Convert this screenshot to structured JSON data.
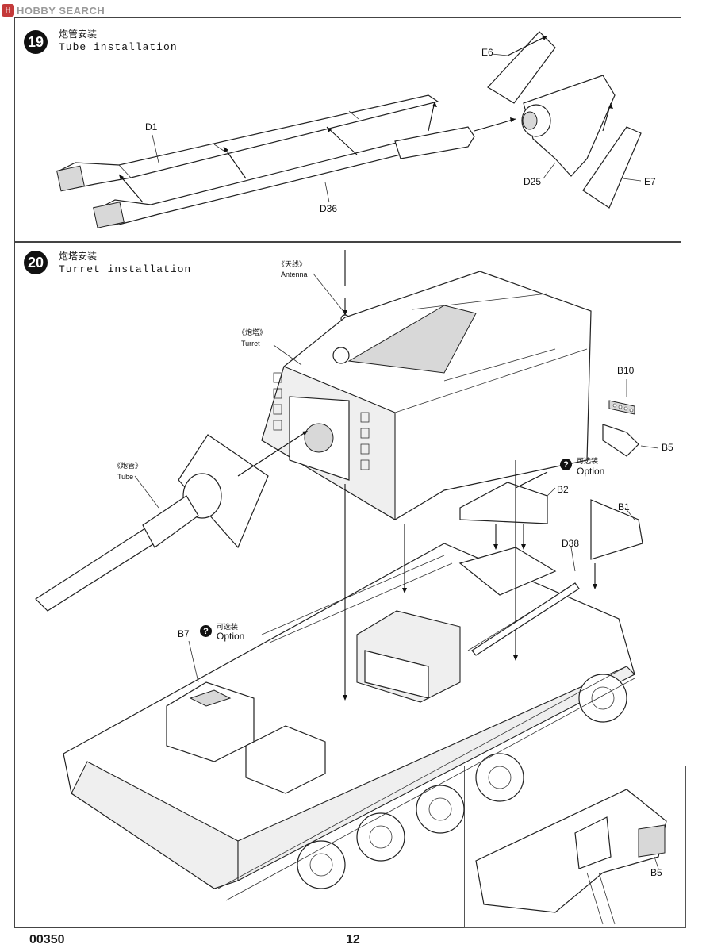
{
  "watermark": {
    "text": "HOBBY SEARCH"
  },
  "step19": {
    "number": "19",
    "title_cn": "炮管安装",
    "title_en": "Tube installation",
    "parts": {
      "d1": "D1",
      "d36": "D36",
      "e6": "E6",
      "e7": "E7",
      "d25": "D25"
    }
  },
  "step20": {
    "number": "20",
    "title_cn": "炮塔安装",
    "title_en": "Turret installation",
    "callouts": {
      "antenna_cn": "《天线》",
      "antenna_en": "Antenna",
      "turret_cn": "《炮塔》",
      "turret_en": "Turret",
      "tube_cn": "《炮管》",
      "tube_en": "Tube"
    },
    "parts": {
      "b10": "B10",
      "b5": "B5",
      "b2": "B2",
      "b1": "B1",
      "d38": "D38",
      "b7": "B7",
      "b5_detail": "B5"
    },
    "option_right": {
      "cn": "可选装",
      "en": "Option"
    },
    "option_left": {
      "cn": "可选装",
      "en": "Option"
    },
    "option_icon": "?"
  },
  "footer": {
    "code": "00350",
    "page": "12"
  }
}
